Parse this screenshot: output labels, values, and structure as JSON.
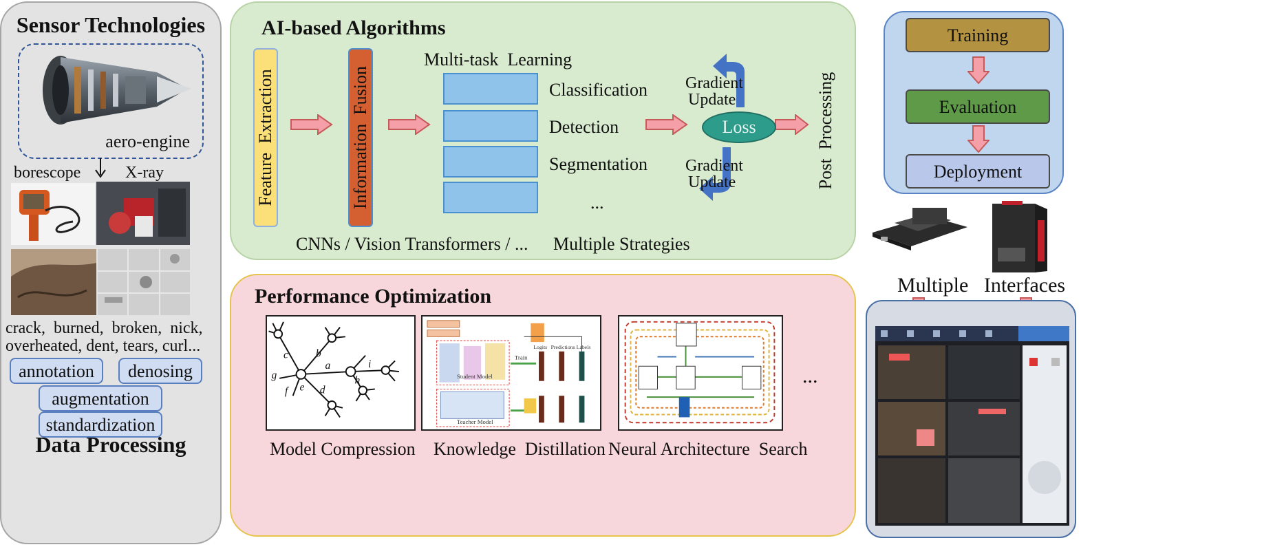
{
  "sensor": {
    "title": "Sensor Technologies",
    "engine_label": "aero-engine",
    "borescope_label": "borescope",
    "xray_label": "X-ray",
    "defects_line1": "crack,  burned,  broken,  nick,",
    "defects_line2": "overheated, dent, tears, curl...",
    "processing_steps": [
      "annotation",
      "denosing",
      "augmentation",
      "standardization"
    ],
    "data_processing_title": "Data Processing"
  },
  "ai": {
    "title": "AI-based Algorithms",
    "feature_extraction": "Feature  Extraction",
    "information_fusion": "Information  Fusion",
    "mtl_title": "Multi-task  Learning",
    "tasks": [
      "Classification",
      "Detection",
      "Segmentation",
      "..."
    ],
    "gradient_update_top_1": "Gradient",
    "gradient_update_top_2": "Update",
    "gradient_update_bottom_1": "Gradient",
    "gradient_update_bottom_2": "Update",
    "loss": "Loss",
    "post_processing": "Post  Processing",
    "backbones": "CNNs / Vision Transformers / ...",
    "strategies": "Multiple Strategies"
  },
  "perf": {
    "title": "Performance Optimization",
    "methods": [
      "Model Compression",
      "Knowledge  Distillation",
      "Neural Architecture  Search"
    ],
    "ellipsis": "...",
    "graph_labels": [
      "c",
      "b",
      "a",
      "i",
      "g",
      "e",
      "f",
      "d",
      "h"
    ],
    "kd_labels": {
      "student": "Student Model",
      "teacher": "Teacher Model",
      "train": "Train",
      "logits": "Logits",
      "predictions": "Predictions",
      "labels": "Labels"
    }
  },
  "deploy": {
    "steps": [
      "Training",
      "Evaluation",
      "Deployment"
    ],
    "interfaces": "Multiple   Interfaces"
  },
  "colors": {
    "green_panel": "#d8ebcf",
    "pink_panel": "#f7d7dc",
    "blue_panel": "#bfd6ee",
    "gray_panel": "#e3e3e3",
    "arrow_pink": "#f5a0a8",
    "training": "#b39241",
    "evaluation": "#5f9a49",
    "deployment": "#b9c7ea"
  }
}
